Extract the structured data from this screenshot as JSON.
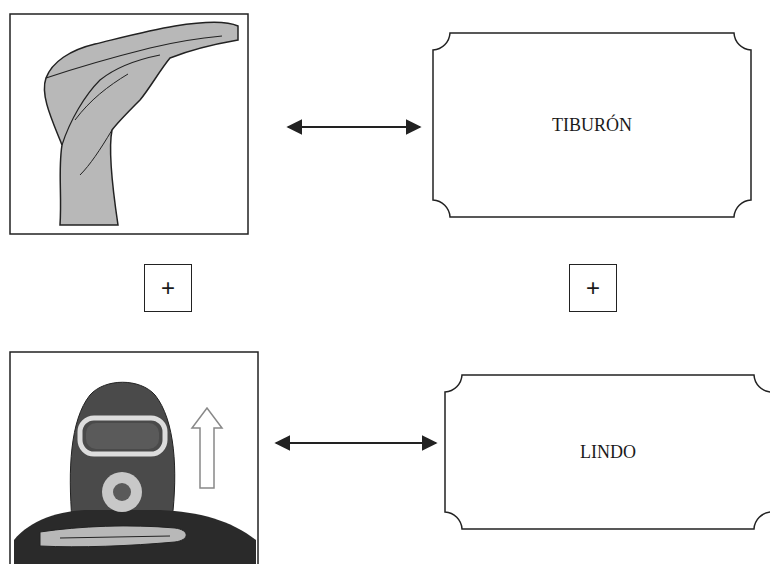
{
  "diagram": {
    "nodes": [
      {
        "text": [
          "TIBURÓN"
        ]
      },
      {
        "text": [
          "+"
        ]
      },
      {
        "text": [
          "+"
        ]
      },
      {
        "text": [
          "LINDO"
        ]
      }
    ]
  }
}
